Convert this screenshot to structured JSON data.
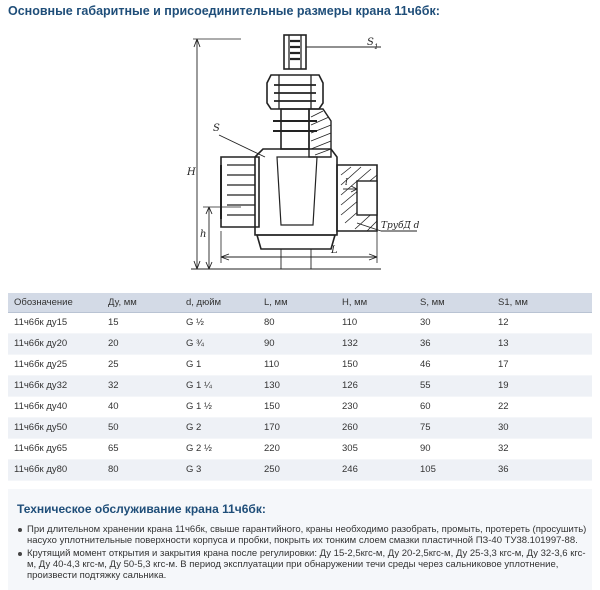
{
  "heading": "Основные габаритные и присоединительные размеры крана 11ч6бк:",
  "drawing": {
    "label_s1": "S",
    "label_s1_sub": "1",
    "label_s": "S",
    "label_H": "H",
    "label_h": "h",
    "label_l": "l",
    "label_L": "L",
    "label_pipe": "ТрубД d"
  },
  "table": {
    "columns": [
      "Обозначение",
      "Ду, мм",
      "d, дюйм",
      "L, мм",
      "H, мм",
      "S, мм",
      "S1, мм"
    ],
    "rows": [
      [
        "11ч6бк ду15",
        "15",
        "G ½",
        "80",
        "110",
        "30",
        "12"
      ],
      [
        "11ч6бк ду20",
        "20",
        "G ¾",
        "90",
        "132",
        "36",
        "13"
      ],
      [
        "11ч6бк ду25",
        "25",
        "G 1",
        "110",
        "150",
        "46",
        "17"
      ],
      [
        "11ч6бк ду32",
        "32",
        "G 1 ¼",
        "130",
        "126",
        "55",
        "19"
      ],
      [
        "11ч6бк ду40",
        "40",
        "G 1 ½",
        "150",
        "230",
        "60",
        "22"
      ],
      [
        "11ч6бк ду50",
        "50",
        "G 2",
        "170",
        "260",
        "75",
        "30"
      ],
      [
        "11ч6бк ду65",
        "65",
        "G 2 ½",
        "220",
        "305",
        "90",
        "32"
      ],
      [
        "11ч6бк ду80",
        "80",
        "G 3",
        "250",
        "246",
        "105",
        "36"
      ]
    ]
  },
  "maintenance": {
    "heading": "Техническое обслуживание крана 11ч6бк:",
    "items": [
      "При длительном хранении крана 11ч6бк, свыше гарантийного, краны необходимо разобрать, промыть, протереть (просушить) насухо уплотнительные поверхности корпуса и пробки, покрыть их тонким слоем смазки пластичной ПЗ-40 ТУ38.101997-88.",
      "Крутящий момент открытия и закрытия крана после регулировки: Ду 15-2,5кгс-м, Ду 20-2,5кгс-м, Ду 25-3,3 кгс-м, Ду 32-3,6 кгс-м, Ду 40-4,3 кгс-м, Ду 50-5,3 кгс-м. В период эксплуатации при обнаружении течи среды через сальниковое уплотнение, произвести подтяжку сальника."
    ]
  }
}
